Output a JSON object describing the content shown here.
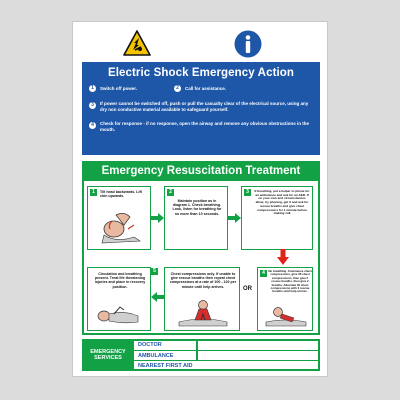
{
  "colors": {
    "blue_panel": "#1f57a8",
    "green_panel": "#13a146",
    "warning_yellow": "#f5c400",
    "arrow_red": "#e2231a"
  },
  "icons": {
    "warning": "electric-shock-warning-icon",
    "mandatory": "mandatory-info-icon"
  },
  "electric_shock": {
    "title": "Electric Shock Emergency Action",
    "steps": [
      {
        "num": "1",
        "text": "Switch off power."
      },
      {
        "num": "2",
        "text": "Call for assistance."
      },
      {
        "num": "3",
        "text": "If power cannot be switched off, push or pull the casualty clear of the electrical source, using any dry non conductive material available to safeguard yourself."
      },
      {
        "num": "4",
        "text": "Check for response - if no response, open the airway and remove any obvious obstructions in the mouth."
      }
    ]
  },
  "resuscitation": {
    "title": "Emergency Resuscitation Treatment",
    "steps": [
      {
        "num": "1",
        "text": "Tilt head backwards. Lift chin upwards."
      },
      {
        "num": "2",
        "text": "Maintain position as in diagram 1. Check breathing. Look, listen for breathing for no more than 10 seconds."
      },
      {
        "num": "3",
        "text": "If breathing, put a helper to phone for an ambulance and ask for an AED. If on your own and circumstances allow, try phoning, get it and ask for rescue breaths and give chest compressions for 1 minute before making call"
      },
      {
        "num": "4",
        "text": "No breathing. Commence chest compressions, give 30 chest compressions, then give 2 rescue breaths, then give 2 breaths. Alternate 30 chest compressions with 2 rescue breaths until help arrives."
      },
      {
        "num": "5",
        "text": "Chest compressions only. If unable to give rescue breaths then repeat chest compressions at a rate of 100 - 120 per minute until help arrives."
      },
      {
        "num": "6",
        "text": "Circulation and breathing present. Treat life threatening injuries and place in recovery position."
      }
    ],
    "or_label": "OR"
  },
  "emergency_services": {
    "heading_line1": "EMERGENCY",
    "heading_line2": "SERVICES",
    "rows": [
      "DOCTOR",
      "AMBULANCE",
      "NEAREST FIRST AID"
    ]
  }
}
